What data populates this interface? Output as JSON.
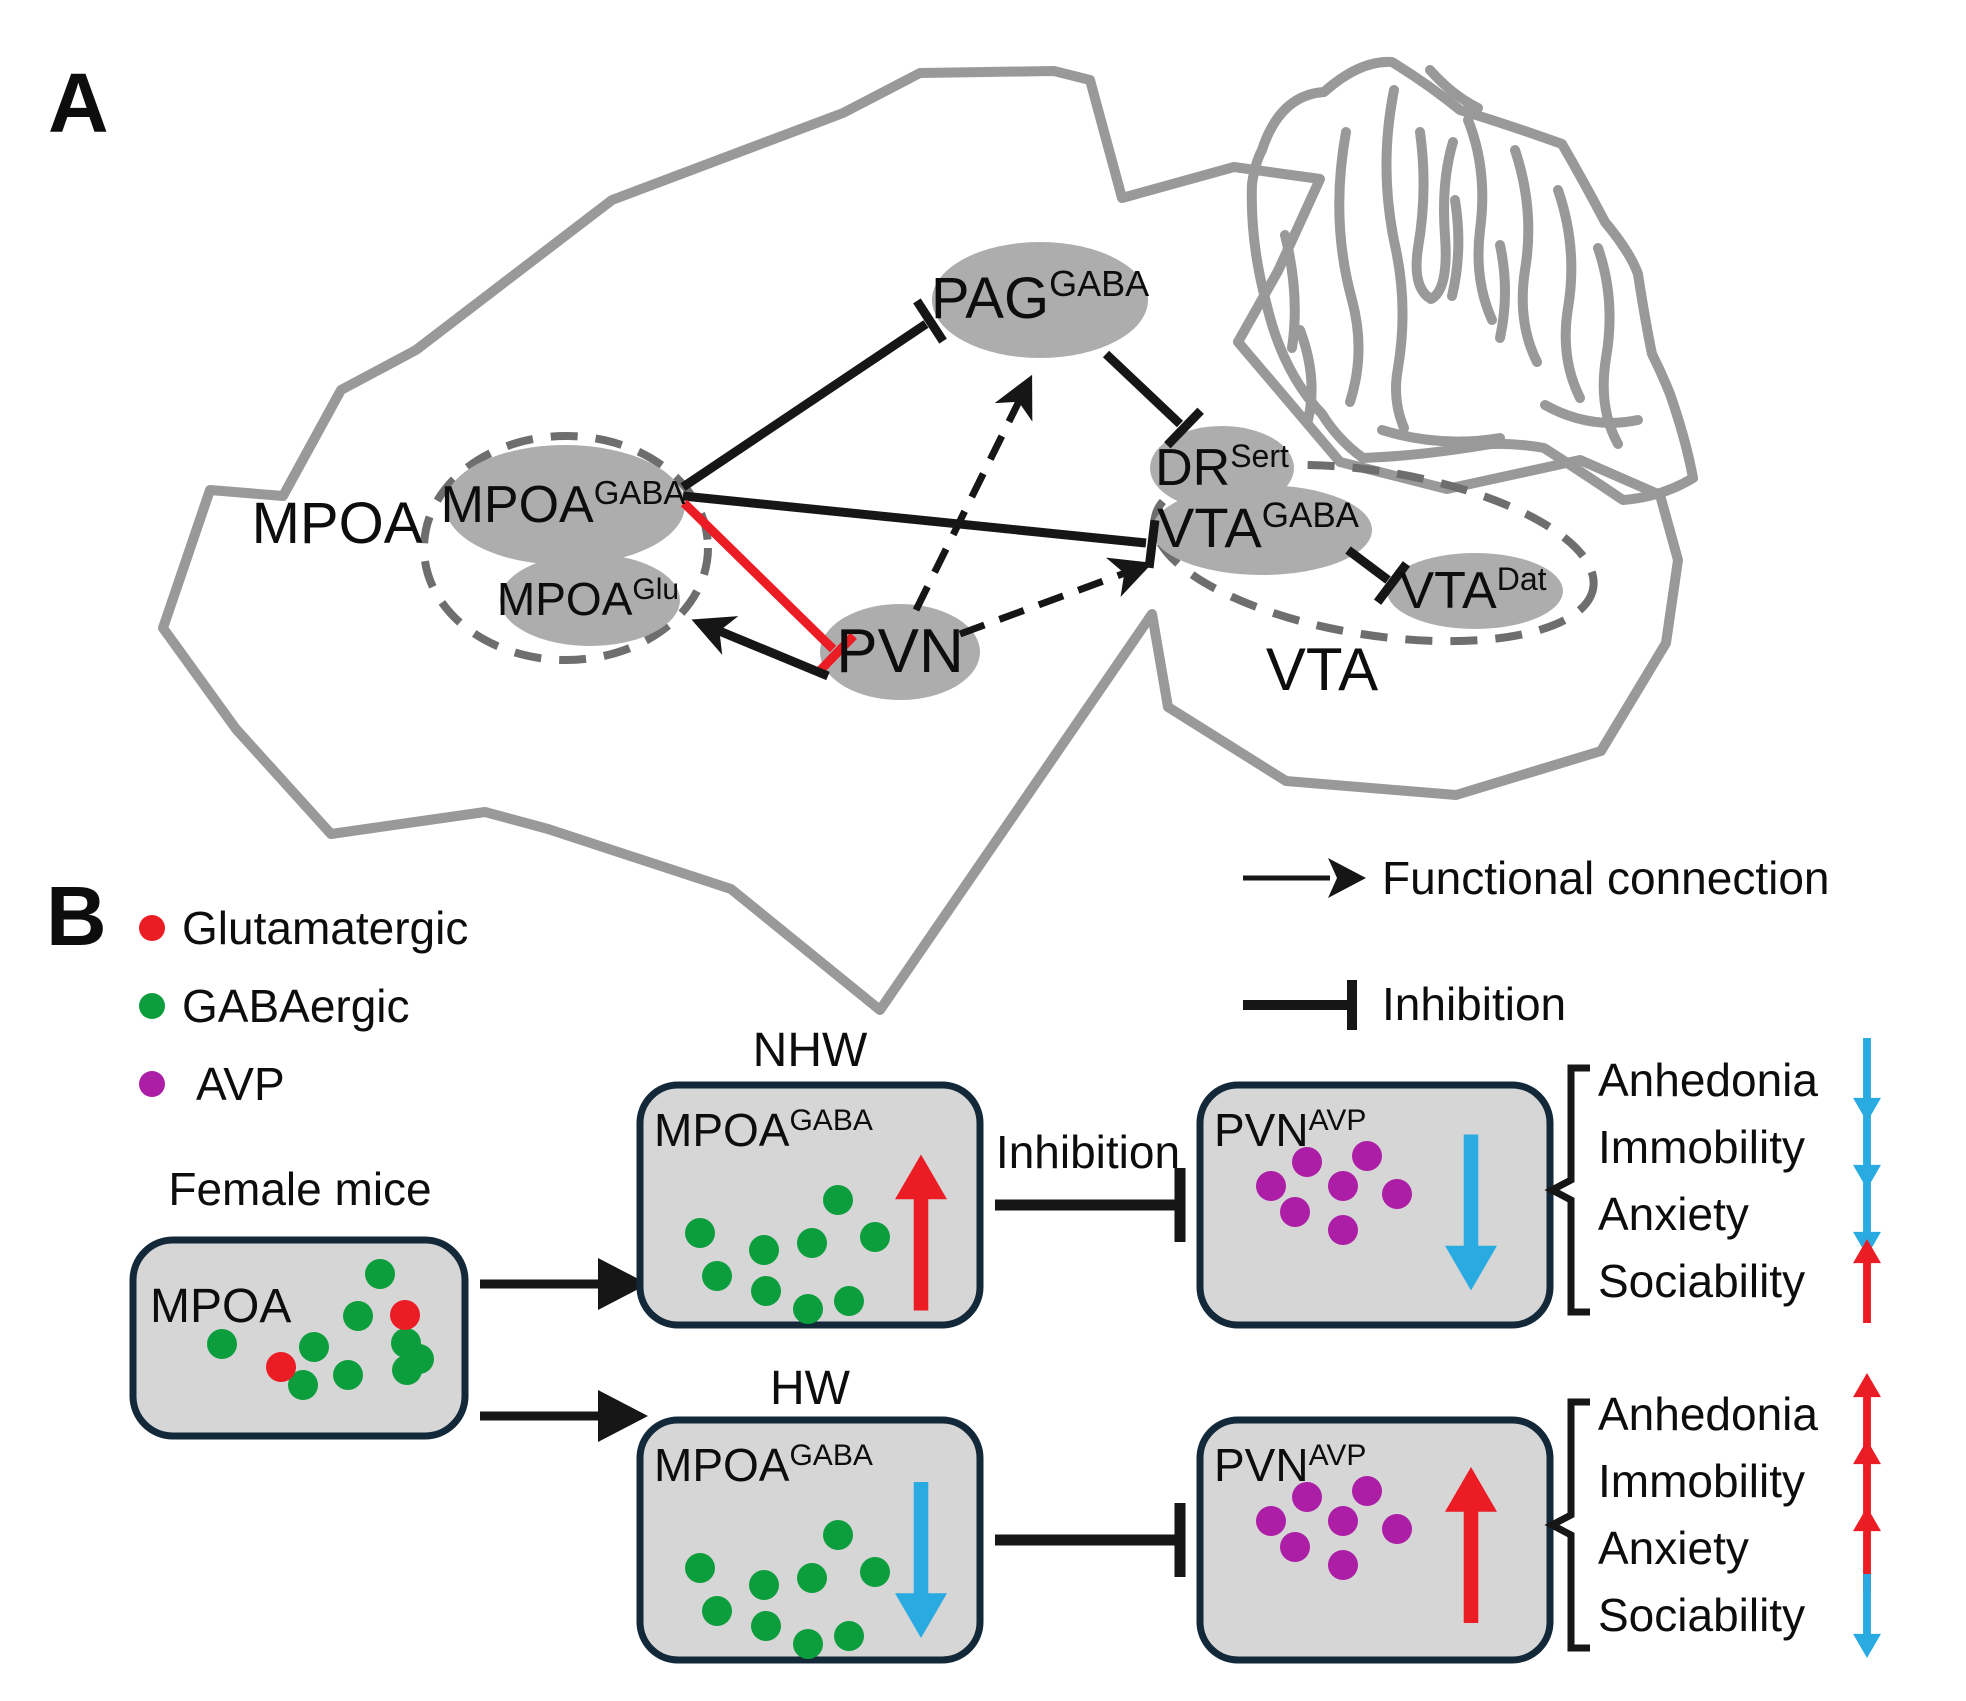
{
  "colors": {
    "red": "#EC1C24",
    "green": "#0C9E3C",
    "purple": "#AC1EA6",
    "blue": "#29ABE2",
    "node_gray": "#ADADAD",
    "outline_gray": "#999999",
    "dash_gray": "#6E6E6E",
    "box_fill": "#D6D6D6",
    "box_border": "#13293A",
    "ink": "#0d0d0d"
  },
  "panelA": {
    "label": "A",
    "regions": {
      "mpoa": "MPOA",
      "vta": "VTA"
    },
    "nodes": {
      "pag_gaba": {
        "base": "PAG",
        "sup": "GABA"
      },
      "dr_sert": {
        "base": "DR",
        "sup": "Sert"
      },
      "mpoa_gaba": {
        "base": "MPOA",
        "sup": "GABA"
      },
      "mpoa_glu": {
        "base": "MPOA",
        "sup": "Glu"
      },
      "vta_gaba": {
        "base": "VTA",
        "sup": "GABA"
      },
      "vta_dat": {
        "base": "VTA",
        "sup": "Dat"
      },
      "pvn": {
        "base": "PVN",
        "sup": ""
      }
    },
    "edges": [
      {
        "from": "MPOA-GABA",
        "to": "PAG-GABA",
        "type": "inhibition",
        "style": "solid",
        "color": "black"
      },
      {
        "from": "MPOA-GABA",
        "to": "VTA-GABA",
        "type": "inhibition",
        "style": "solid",
        "color": "black"
      },
      {
        "from": "MPOA-GABA",
        "to": "PVN",
        "type": "inhibition",
        "style": "solid",
        "color": "red"
      },
      {
        "from": "PVN",
        "to": "MPOA",
        "type": "functional connection",
        "style": "solid",
        "color": "black"
      },
      {
        "from": "PVN",
        "to": "PAG-GABA",
        "type": "functional connection",
        "style": "dashed",
        "color": "black"
      },
      {
        "from": "PVN",
        "to": "VTA-GABA",
        "type": "functional connection",
        "style": "dashed",
        "color": "black"
      },
      {
        "from": "PAG-GABA",
        "to": "DR-Sert",
        "type": "inhibition",
        "style": "solid",
        "color": "black"
      },
      {
        "from": "VTA-GABA",
        "to": "VTA-Dat",
        "type": "inhibition",
        "style": "solid",
        "color": "black"
      }
    ]
  },
  "panelB": {
    "label": "B",
    "neuron_legend": [
      {
        "label": "Glutamatergic",
        "color": "#EC1C24"
      },
      {
        "label": "GABAergic",
        "color": "#0C9E3C"
      },
      {
        "label": "AVP",
        "color": "#AC1EA6"
      }
    ],
    "edge_legend": [
      {
        "label": "Functional connection",
        "style": "arrow"
      },
      {
        "label": "Inhibition",
        "style": "tbar"
      }
    ],
    "source": {
      "title": "Female mice",
      "box_label": "MPOA",
      "neurons": {
        "gabaergic": 9,
        "glutamatergic": 2
      }
    },
    "pathways": [
      {
        "condition": "NHW",
        "mpoa": {
          "base": "MPOA",
          "sup": "GABA",
          "change": "up",
          "neurons": 9
        },
        "link_label": "Inhibition",
        "link_type": "inhibition",
        "pvn": {
          "base": "PVN",
          "sup": "AVP",
          "change": "down",
          "neurons": 7
        },
        "outcomes": [
          {
            "label": "Anhedonia",
            "direction": "down"
          },
          {
            "label": "Immobility",
            "direction": "down"
          },
          {
            "label": "Anxiety",
            "direction": "down"
          },
          {
            "label": "Sociability",
            "direction": "up"
          }
        ]
      },
      {
        "condition": "HW",
        "mpoa": {
          "base": "MPOA",
          "sup": "GABA",
          "change": "down",
          "neurons": 9
        },
        "link_label": "",
        "link_type": "inhibition",
        "pvn": {
          "base": "PVN",
          "sup": "AVP",
          "change": "up",
          "neurons": 7
        },
        "outcomes": [
          {
            "label": "Anhedonia",
            "direction": "up"
          },
          {
            "label": "Immobility",
            "direction": "up"
          },
          {
            "label": "Anxiety",
            "direction": "up"
          },
          {
            "label": "Sociability",
            "direction": "down"
          }
        ]
      }
    ]
  }
}
